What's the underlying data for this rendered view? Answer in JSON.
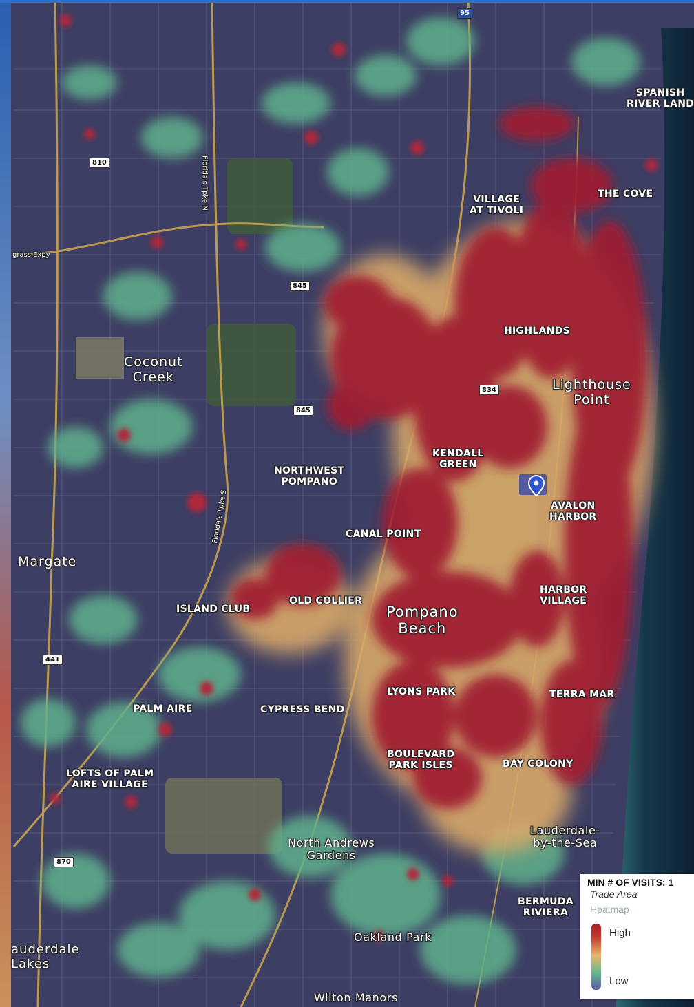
{
  "map": {
    "places": [
      {
        "id": "spanish-river-land",
        "text": "SPANISH\nRIVER LAND"
      },
      {
        "id": "the-cove",
        "text": "THE COVE"
      },
      {
        "id": "village-at-tivoli",
        "text": "VILLAGE\nAT TIVOLI"
      },
      {
        "id": "highlands",
        "text": "HIGHLANDS"
      },
      {
        "id": "lighthouse-point",
        "text": "Lighthouse\nPoint"
      },
      {
        "id": "coconut-creek",
        "text": "Coconut\nCreek"
      },
      {
        "id": "kendall-green",
        "text": "KENDALL\nGREEN"
      },
      {
        "id": "northwest-pompano",
        "text": "NORTHWEST\nPOMPANO"
      },
      {
        "id": "avalon-harbor",
        "text": "AVALON\nHARBOR"
      },
      {
        "id": "canal-point",
        "text": "CANAL POINT"
      },
      {
        "id": "margate",
        "text": "Margate"
      },
      {
        "id": "harbor-village",
        "text": "HARBOR\nVILLAGE"
      },
      {
        "id": "island-club",
        "text": "ISLAND CLUB"
      },
      {
        "id": "old-collier",
        "text": "OLD COLLIER"
      },
      {
        "id": "pompano-beach",
        "text": "Pompano\nBeach"
      },
      {
        "id": "lyons-park",
        "text": "LYONS PARK"
      },
      {
        "id": "terra-mar",
        "text": "TERRA MAR"
      },
      {
        "id": "palm-aire",
        "text": "PALM AIRE"
      },
      {
        "id": "cypress-bend",
        "text": "CYPRESS BEND"
      },
      {
        "id": "boulevard-park-isles",
        "text": "BOULEVARD\nPARK ISLES"
      },
      {
        "id": "bay-colony",
        "text": "BAY COLONY"
      },
      {
        "id": "lofts-of-palm-aire-village",
        "text": "LOFTS OF PALM\nAIRE VILLAGE"
      },
      {
        "id": "lauderdale-by-the-sea",
        "text": "Lauderdale-\nby-the-Sea"
      },
      {
        "id": "north-andrews-gardens",
        "text": "North Andrews\nGardens"
      },
      {
        "id": "bermuda-riviera",
        "text": "BERMUDA\nRIVIERA"
      },
      {
        "id": "oakland-park",
        "text": "Oakland Park"
      },
      {
        "id": "lauderdale-lakes",
        "text": "auderdale\nLakes"
      },
      {
        "id": "wilton-manors",
        "text": "Wilton Manors"
      },
      {
        "id": "grass-expy",
        "text": "grass Expy"
      },
      {
        "id": "florida-tpke-n",
        "text": "Florida's Tpke N"
      },
      {
        "id": "florida-tpke-s",
        "text": "Florida's Tpke S"
      }
    ],
    "road_shields": [
      "810",
      "845",
      "845",
      "834",
      "441",
      "870",
      "95"
    ]
  },
  "legend": {
    "title": "MIN # OF VISITS: 1",
    "subtitle": "Trade Area",
    "caption": "Heatmap",
    "high_label": "High",
    "low_label": "Low"
  },
  "colors": {
    "base": "#3d3e63",
    "high": "#b01a2f",
    "mid": "#e8b66b",
    "low_green": "#66b88a",
    "low": "#5a5aa8",
    "pin": "#2f55d4"
  }
}
